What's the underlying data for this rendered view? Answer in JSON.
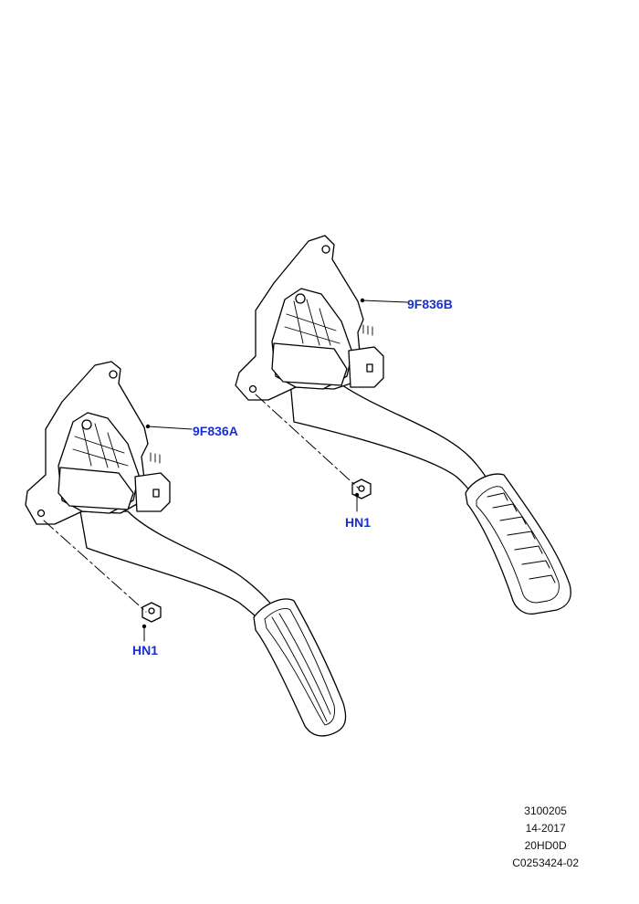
{
  "colors": {
    "callout": "#1a2fd0",
    "line": "#000000"
  },
  "callouts": {
    "part_a": "9F836A",
    "part_b": "9F836B",
    "nut_a": "HN1",
    "nut_b": "HN1"
  },
  "footer": {
    "line1": "3100205",
    "line2": "14-2017",
    "line3": "20HD0D",
    "line4": "C0253424-02"
  }
}
